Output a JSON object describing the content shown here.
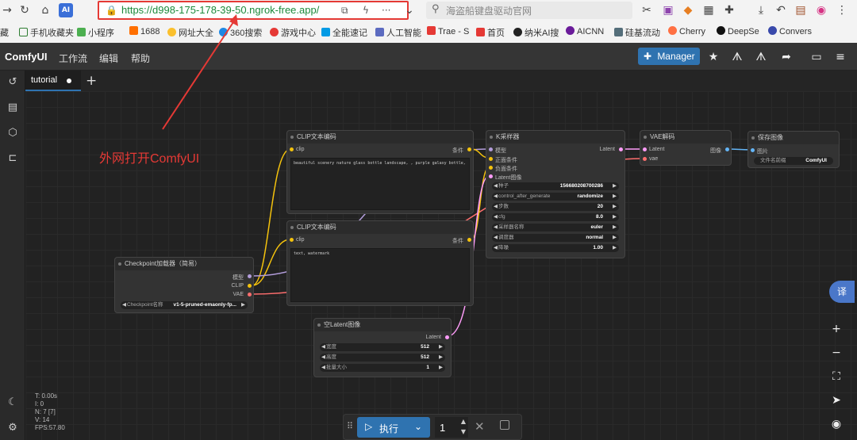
{
  "browser": {
    "url_host": "https://d998-175-178-39-50.ngrok-free.app/",
    "search_placeholder": "海盗船键盘驱动官网",
    "bookmarks": [
      "藏",
      "手机收藏夹",
      "小程序",
      "1688",
      "网址大全",
      "360搜索",
      "游戏中心",
      "全能速记",
      "人工智能",
      "Trae - S",
      "首页",
      "纳米AI搜",
      "AICNN",
      "硅基流动",
      "Cherry",
      "DeepSe",
      "Convers"
    ]
  },
  "annotation": "外网打开ComfyUI",
  "app": {
    "logo": "ComfyUI",
    "menus": [
      "工作流",
      "编辑",
      "帮助"
    ],
    "manager_label": "Manager"
  },
  "tab": {
    "label": "tutorial"
  },
  "nodes": {
    "clip1": {
      "title": "CLIP文本编码",
      "input": "clip",
      "output": "条件",
      "text": "beautiful scenery nature glass bottle landscape, , purple galaxy bottle,"
    },
    "clip2": {
      "title": "CLIP文本编码",
      "input": "clip",
      "output": "条件",
      "text": "text, watermark"
    },
    "checkpoint": {
      "title": "Checkpoint加载器（简易）",
      "outputs": [
        "模型",
        "CLIP",
        "VAE"
      ],
      "widget_label": "Checkpoint名称",
      "widget_value": "v1-5-pruned-emaonly-fp..."
    },
    "ksampler": {
      "title": "K采样器",
      "inputs": [
        "模型",
        "正面条件",
        "负面条件",
        "Latent图像"
      ],
      "output": "Latent",
      "widgets": [
        {
          "label": "种子",
          "value": "156680208700286"
        },
        {
          "label": "control_after_generate",
          "value": "randomize"
        },
        {
          "label": "步数",
          "value": "20"
        },
        {
          "label": "cfg",
          "value": "8.0"
        },
        {
          "label": "采样器名称",
          "value": "euler"
        },
        {
          "label": "调度器",
          "value": "normal"
        },
        {
          "label": "降噪",
          "value": "1.00"
        }
      ]
    },
    "vae": {
      "title": "VAE解码",
      "inputs": [
        "Latent",
        "vae"
      ],
      "output": "图像"
    },
    "save": {
      "title": "保存图像",
      "input": "图片",
      "widget_label": "文件名前缀",
      "widget_value": "ComfyUI"
    },
    "latent": {
      "title": "空Latent图像",
      "output": "Latent",
      "widgets": [
        {
          "label": "宽度",
          "value": "512"
        },
        {
          "label": "高度",
          "value": "512"
        },
        {
          "label": "批量大小",
          "value": "1"
        }
      ]
    }
  },
  "stats": [
    "T: 0.00s",
    "I: 0",
    "N: 7 [7]",
    "V: 14",
    "FPS:57.80"
  ],
  "run": {
    "label": "执行",
    "count": "1"
  },
  "translate_label": "译",
  "colors": {
    "accent": "#2f73b0",
    "clip_wire": "#f4c20d",
    "model_wire": "#b39ddb",
    "vae_wire": "#ff6e6e",
    "latent_wire": "#ff9cf9",
    "image_wire": "#64b5f6"
  }
}
